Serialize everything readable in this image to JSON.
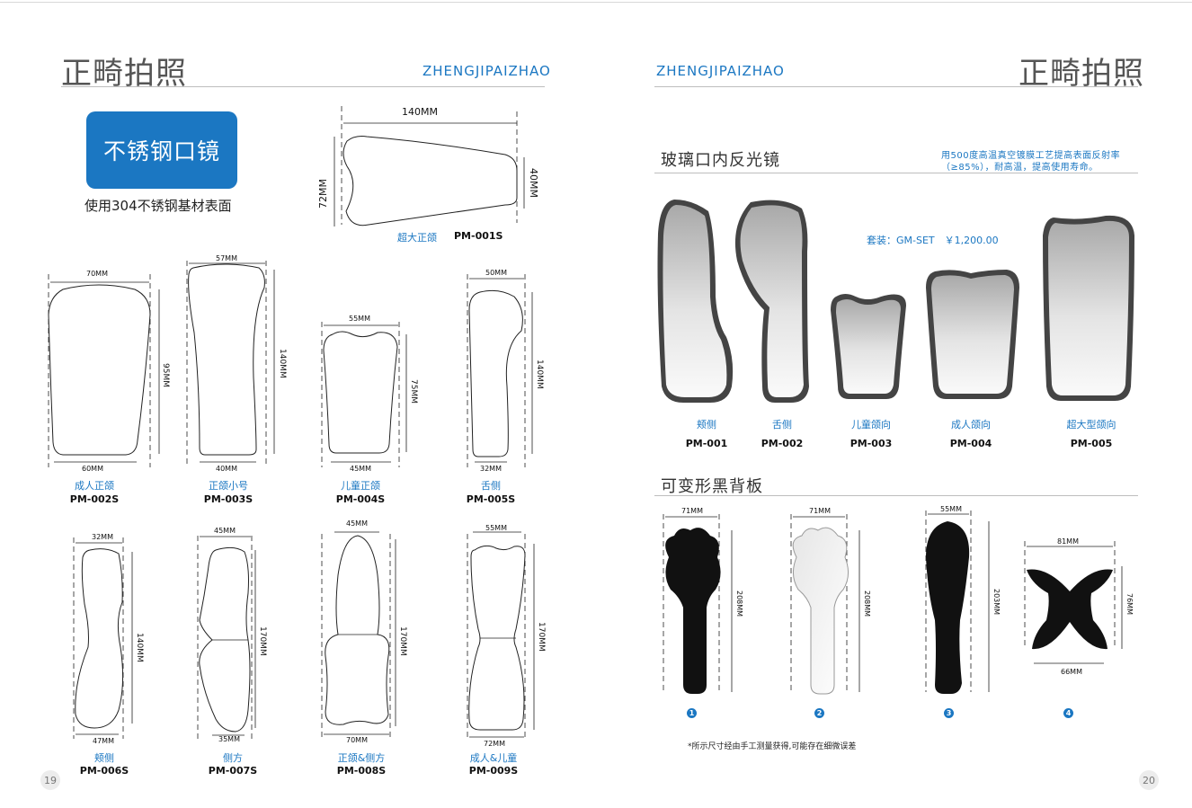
{
  "left_page": {
    "title": "正畸拍照",
    "pinyin": "ZHENGJIPAIZHAO",
    "badge": "不锈钢口镜",
    "subtitle": "使用304不锈钢基材表面",
    "page_number": "19",
    "products": [
      {
        "code": "PM-001S",
        "name": "超大正颌",
        "dims": [
          "140MM",
          "72MM",
          "40MM"
        ]
      },
      {
        "code": "PM-002S",
        "name": "成人正颌",
        "dims": [
          "70MM",
          "95MM",
          "60MM"
        ]
      },
      {
        "code": "PM-003S",
        "name": "正颌小号",
        "dims": [
          "57MM",
          "140MM",
          "40MM"
        ]
      },
      {
        "code": "PM-004S",
        "name": "儿童正颌",
        "dims": [
          "55MM",
          "75MM",
          "45MM"
        ]
      },
      {
        "code": "PM-005S",
        "name": "舌侧",
        "dims": [
          "50MM",
          "140MM",
          "32MM"
        ]
      },
      {
        "code": "PM-006S",
        "name": "颊侧",
        "dims": [
          "32MM",
          "140MM",
          "47MM"
        ]
      },
      {
        "code": "PM-007S",
        "name": "侧方",
        "dims": [
          "45MM",
          "170MM",
          "35MM"
        ]
      },
      {
        "code": "PM-008S",
        "name": "正颌&侧方",
        "dims": [
          "45MM",
          "170MM",
          "70MM"
        ]
      },
      {
        "code": "PM-009S",
        "name": "成人&儿童",
        "dims": [
          "55MM",
          "170MM",
          "72MM"
        ]
      }
    ]
  },
  "right_page": {
    "title": "正畸拍照",
    "pinyin": "ZHENGJIPAIZHAO",
    "page_number": "20",
    "glass_section": {
      "title": "玻璃口内反光镜",
      "note_line1": "用500度高温真空镀膜工艺提高表面反射率",
      "note_line2": "（≥85%），耐高温，提高使用寿命。",
      "set_price": "套装：GM-SET　￥1,200.00",
      "items": [
        {
          "code": "PM-001",
          "name": "颊侧"
        },
        {
          "code": "PM-002",
          "name": "舌侧"
        },
        {
          "code": "PM-003",
          "name": "儿童颌向"
        },
        {
          "code": "PM-004",
          "name": "成人颌向"
        },
        {
          "code": "PM-005",
          "name": "超大型颌向"
        }
      ]
    },
    "board_section": {
      "title": "可变形黑背板",
      "items": [
        {
          "num": "1",
          "dims": [
            "71MM",
            "208MM"
          ]
        },
        {
          "num": "2",
          "dims": [
            "71MM",
            "208MM"
          ]
        },
        {
          "num": "3",
          "dims": [
            "55MM",
            "203MM"
          ]
        },
        {
          "num": "4",
          "dims": [
            "81MM",
            "76MM",
            "66MM"
          ]
        }
      ],
      "footnote": "*所示尺寸经由手工测量获得,可能存在细微误差"
    }
  },
  "colors": {
    "accent": "#1b77c2",
    "text": "#222222",
    "rule": "#bdbdbd"
  }
}
